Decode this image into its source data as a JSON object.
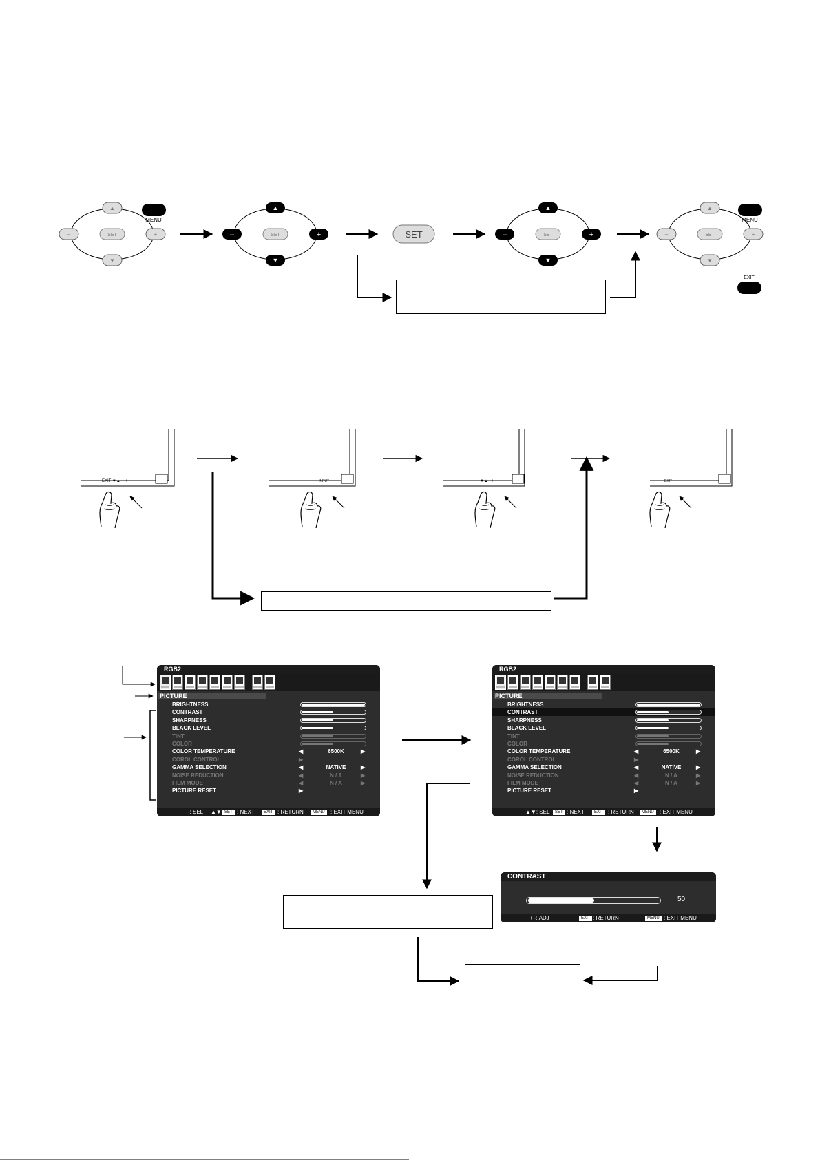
{
  "remote": {
    "set_label": "SET",
    "menu_label": "MENU",
    "exit_label": "EXIT",
    "plus": "+",
    "minus": "–",
    "up": "▲",
    "down": "▼"
  },
  "panel": {
    "keys_1": "EXIT  ▼▲ – +",
    "key_input": "INPUT",
    "keys_3": "▼▲  –+",
    "key_exit": "EXIT"
  },
  "osd": {
    "source": "RGB2",
    "icons": [
      "PICTURE",
      "ADJUST",
      "AUDIO",
      "SCHEDULE",
      "PIP",
      "OSD",
      "MULTI-DSP",
      "PROTECT",
      "ADVANCED"
    ],
    "section": "PICTURE",
    "items": [
      {
        "label": "BRIGHTNESS",
        "type": "bar",
        "level": 1.0,
        "dim": false
      },
      {
        "label": "CONTRAST",
        "type": "bar",
        "level": 0.5,
        "dim": false
      },
      {
        "label": "SHARPNESS",
        "type": "bar",
        "level": 0.5,
        "dim": false
      },
      {
        "label": "BLACK LEVEL",
        "type": "bar",
        "level": 0.5,
        "dim": false
      },
      {
        "label": "TINT",
        "type": "bar",
        "level": 0.5,
        "dim": true
      },
      {
        "label": "COLOR",
        "type": "bar",
        "level": 0.5,
        "dim": true
      },
      {
        "label": "COLOR TEMPERATURE",
        "type": "select",
        "value": "6500K",
        "dim": false
      },
      {
        "label": "COROL CONTROL",
        "type": "sub",
        "dim": true
      },
      {
        "label": "GAMMA SELECTION",
        "type": "select",
        "value": "NATIVE",
        "dim": false
      },
      {
        "label": "NOISE REDUCTION",
        "type": "select",
        "value": "N / A",
        "dim": true
      },
      {
        "label": "FILM MODE",
        "type": "select",
        "value": "N / A",
        "dim": true
      },
      {
        "label": "PICTURE RESET",
        "type": "sub",
        "dim": false
      }
    ],
    "footer1": {
      "sel": "+ -: SEL",
      "nav": "▲▼",
      "set": "SET",
      "next": ": NEXT",
      "exit": "EXIT",
      "return": ": RETURN",
      "menu": "MENU",
      "exit_menu": ": EXIT MENU"
    },
    "footer2": {
      "nav": "▲▼: SEL",
      "set": "SET",
      "next": ": NEXT",
      "exit": "EXIT",
      "return": ": RETURN",
      "menu": "MENU",
      "exit_menu": ": EXIT MENU"
    }
  },
  "contrast_osd": {
    "title": "CONTRAST",
    "value": "50",
    "level": 0.5,
    "adj": "+ -: ADJ",
    "exit": "EXIT",
    "return": ": RETURN",
    "menu": "MENU",
    "exit_menu": ": EXIT MENU"
  },
  "colors": {
    "black": "#000000",
    "osd_bg": "#2d2d2d",
    "osd_dim": "#777777"
  }
}
